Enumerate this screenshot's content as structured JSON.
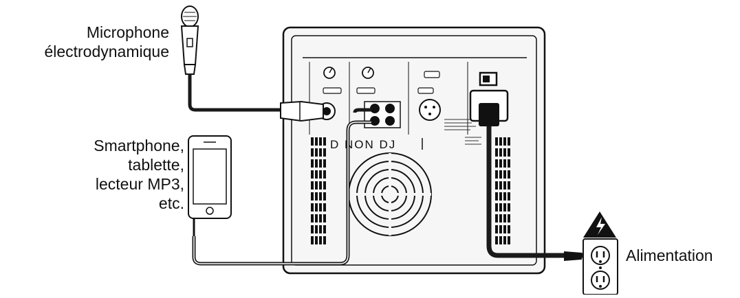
{
  "labels": {
    "microphone": [
      "Microphone",
      "électrodynamique"
    ],
    "device": [
      "Smartphone,",
      "tablette,",
      "lecteur MP3,",
      "etc."
    ],
    "power": "Alimentation"
  },
  "brand_text": "D NON DJ",
  "colors": {
    "ink": "#111111",
    "panel_fill": "#f2f2f2",
    "cable": "#1a1a1a",
    "warning_fill": "#111111"
  },
  "icons": {
    "microphone": "microphone-icon",
    "smartphone": "smartphone-icon",
    "warning": "high-voltage-warning-icon",
    "outlet": "wall-outlet-icon",
    "speaker": "speaker-grille-icon"
  }
}
